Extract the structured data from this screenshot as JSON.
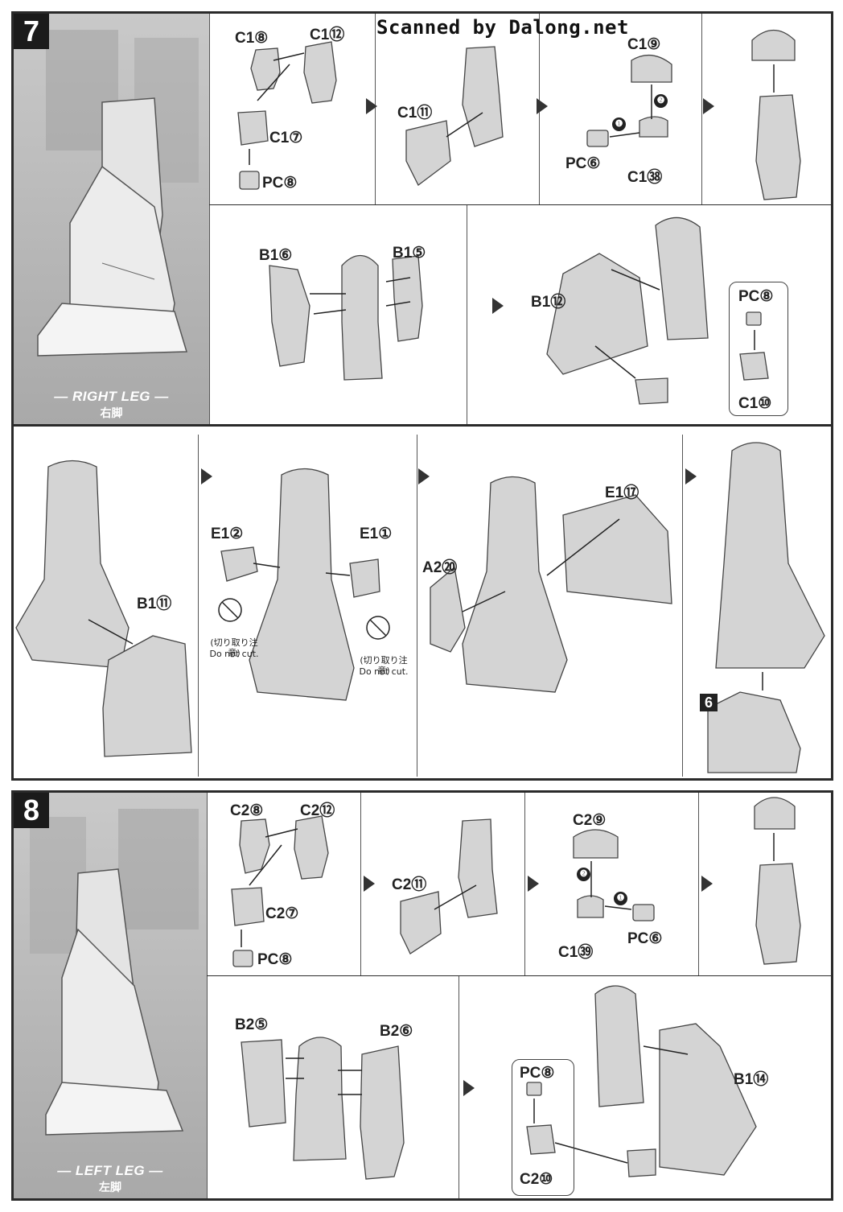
{
  "watermark": "Scanned by Dalong.net",
  "step7": {
    "number": "7",
    "title": "— RIGHT LEG —",
    "subtitle": "右脚",
    "row1": {
      "cell1": {
        "parts": [
          "C1⑧",
          "C1⑫",
          "C1⑦",
          "PC⑧"
        ]
      },
      "cell2": {
        "parts": [
          "C1⑪"
        ]
      },
      "cell3": {
        "parts": [
          "C1⑨",
          "PC⑥",
          "C1㊳"
        ],
        "steps": [
          "❶",
          "❷"
        ]
      }
    },
    "row2": {
      "cell1": {
        "parts": [
          "B1⑥",
          "B1⑤"
        ]
      },
      "cell2": {
        "parts": [
          "B1⑫",
          "PC⑧",
          "C1⑩"
        ]
      }
    },
    "row3": {
      "cell1": {
        "parts": [
          "B1⑪"
        ]
      },
      "cell2": {
        "parts": [
          "E1②",
          "E1①"
        ],
        "caution_jp": "(切り取り注意)",
        "caution_en": "Do not cut."
      },
      "cell3": {
        "parts": [
          "A2⑳",
          "E1⑰"
        ]
      },
      "cell4": {
        "ref": "6"
      }
    }
  },
  "step8": {
    "number": "8",
    "title": "— LEFT LEG —",
    "subtitle": "左脚",
    "row1": {
      "cell1": {
        "parts": [
          "C2⑧",
          "C2⑫",
          "C2⑦",
          "PC⑧"
        ]
      },
      "cell2": {
        "parts": [
          "C2⑪"
        ]
      },
      "cell3": {
        "parts": [
          "C2⑨",
          "C1㊴",
          "PC⑥"
        ],
        "steps": [
          "❶",
          "❷"
        ]
      }
    },
    "row2": {
      "cell1": {
        "parts": [
          "B2⑤",
          "B2⑥"
        ]
      },
      "cell2": {
        "parts": [
          "PC⑧",
          "C2⑩",
          "B1⑭"
        ]
      }
    }
  },
  "colors": {
    "frame": "#2a2a2a",
    "hero_bg": "#b8b8b8",
    "part_fill": "#d4d4d4",
    "ink": "#222222"
  }
}
